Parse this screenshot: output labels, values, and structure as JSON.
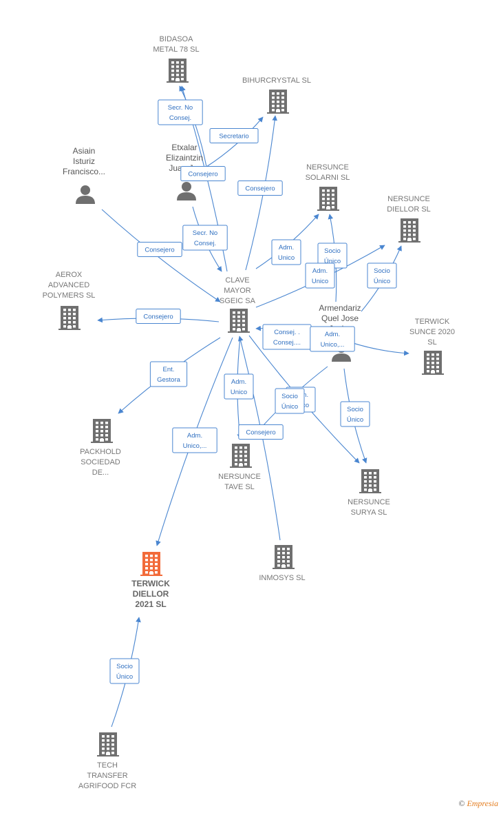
{
  "colors": {
    "edge": "#4a86d0",
    "company": "#6f6f6f",
    "focus": "#f26b3a",
    "person": "#6f6f6f"
  },
  "nodes": [
    {
      "id": "bidasoa",
      "type": "company",
      "lines": [
        "BIDASOA",
        "METAL 78  SL"
      ]
    },
    {
      "id": "bihurcrystal",
      "type": "company",
      "lines": [
        "BIHURCRYSTAL SL"
      ]
    },
    {
      "id": "asiain",
      "type": "person",
      "lines": [
        "Asiain",
        "Isturiz",
        "Francisco..."
      ]
    },
    {
      "id": "etxalar",
      "type": "person",
      "lines": [
        "Etxalar",
        "Elizaintzin",
        "Juan J..."
      ]
    },
    {
      "id": "nersunce_solarni",
      "type": "company",
      "lines": [
        "NERSUNCE",
        "SOLARNI  SL"
      ]
    },
    {
      "id": "nersunce_diellor",
      "type": "company",
      "lines": [
        "NERSUNCE",
        "DIELLOR  SL"
      ]
    },
    {
      "id": "aerox",
      "type": "company",
      "lines": [
        "AEROX",
        "ADVANCED",
        "POLYMERS  SL"
      ]
    },
    {
      "id": "clave",
      "type": "company",
      "lines": [
        "CLAVE",
        "MAYOR",
        "SGEIC SA"
      ]
    },
    {
      "id": "armendariz",
      "type": "person",
      "lines": [
        "Armendariz",
        "Quel Jose",
        "Javier"
      ]
    },
    {
      "id": "terwick_sunce",
      "type": "company",
      "lines": [
        "TERWICK",
        "SUNCE 2020",
        "SL"
      ]
    },
    {
      "id": "packhold",
      "type": "company",
      "lines": [
        "PACKHOLD",
        "SOCIEDAD",
        "DE..."
      ]
    },
    {
      "id": "nersunce_tave",
      "type": "company",
      "lines": [
        "NERSUNCE",
        "TAVE  SL"
      ]
    },
    {
      "id": "nersunce_surya",
      "type": "company",
      "lines": [
        "NERSUNCE",
        "SURYA  SL"
      ]
    },
    {
      "id": "inmosys",
      "type": "company",
      "lines": [
        "INMOSYS  SL"
      ]
    },
    {
      "id": "terwick_diellor",
      "type": "focus",
      "lines": [
        "TERWICK",
        "DIELLOR",
        "2021  SL"
      ]
    },
    {
      "id": "tech_transfer",
      "type": "company",
      "lines": [
        "TECH",
        "TRANSFER",
        "AGRIFOOD FCR"
      ]
    }
  ],
  "edges": [
    {
      "from": "clave",
      "to": "bidasoa",
      "lines": [
        "Secr.  No",
        "Consej."
      ]
    },
    {
      "from": "etxalar",
      "to": "bidasoa",
      "lines": [
        "Consejero"
      ]
    },
    {
      "from": "etxalar",
      "to": "bihurcrystal",
      "lines": [
        "Secretario"
      ]
    },
    {
      "from": "clave",
      "to": "bihurcrystal",
      "lines": [
        "Consejero"
      ]
    },
    {
      "from": "etxalar",
      "to": "clave",
      "lines": [
        "Secr.  No",
        "Consej."
      ]
    },
    {
      "from": "asiain",
      "to": "clave",
      "lines": [
        "Consejero"
      ]
    },
    {
      "from": "clave",
      "to": "nersunce_solarni",
      "lines": [
        "Adm.",
        "Unico"
      ]
    },
    {
      "from": "armendariz",
      "to": "nersunce_solarni",
      "lines": [
        "Socio",
        "Único"
      ]
    },
    {
      "from": "clave",
      "to": "nersunce_diellor",
      "lines": [
        "Adm.",
        "Unico"
      ]
    },
    {
      "from": "armendariz",
      "to": "nersunce_diellor",
      "lines": [
        "Socio",
        "Único"
      ]
    },
    {
      "from": "clave",
      "to": "aerox",
      "lines": [
        "Consejero"
      ]
    },
    {
      "from": "armendariz",
      "to": "clave",
      "lines": [
        "Consej. .",
        "Consej...."
      ]
    },
    {
      "from": "armendariz",
      "to": "terwick_sunce",
      "lines": [
        "Adm.",
        "Unico,..."
      ]
    },
    {
      "from": "clave",
      "to": "packhold",
      "lines": [
        "Ent.",
        "Gestora"
      ]
    },
    {
      "from": "clave",
      "to": "nersunce_tave",
      "lines": [
        "Adm.",
        "Unico"
      ]
    },
    {
      "from": "armendariz",
      "to": "nersunce_tave",
      "lines": [
        "Consejero"
      ]
    },
    {
      "from": "clave",
      "to": "nersunce_surya",
      "lines": [
        "Adm.",
        "Unico"
      ]
    },
    {
      "from": "armendariz",
      "to": "nersunce_surya",
      "lines": [
        "Socio",
        "Único"
      ]
    },
    {
      "from": "inmosys",
      "to": "clave",
      "lines": [
        "Socio",
        "Único"
      ]
    },
    {
      "from": "clave",
      "to": "terwick_diellor",
      "lines": [
        "Adm.",
        "Unico,..."
      ]
    },
    {
      "from": "tech_transfer",
      "to": "terwick_diellor",
      "lines": [
        "Socio",
        "Único"
      ]
    }
  ],
  "copyright": {
    "symbol": "©",
    "brand": "Empresia"
  }
}
